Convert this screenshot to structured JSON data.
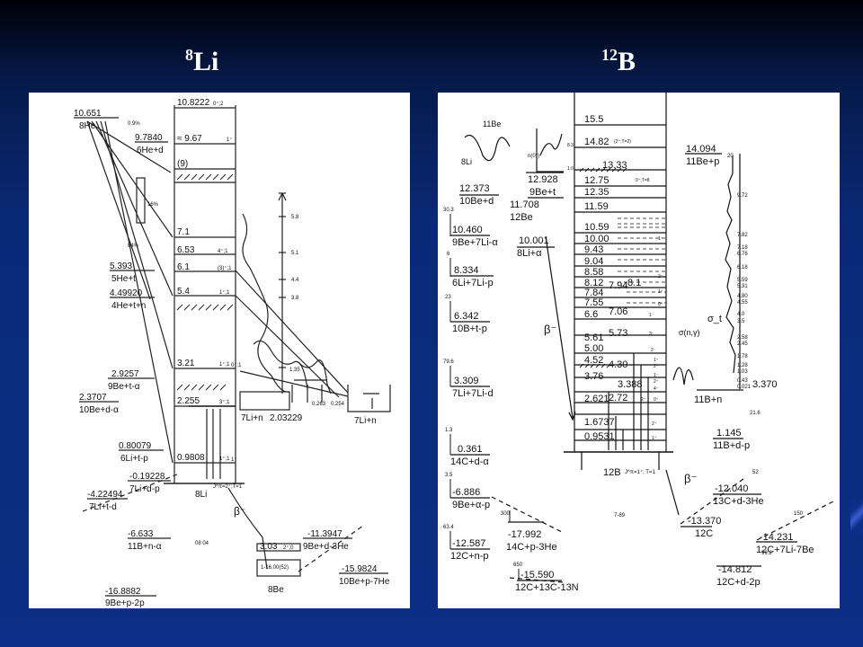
{
  "titles": {
    "left": {
      "sup": "8",
      "main": "Li"
    },
    "right": {
      "sup": "12",
      "main": "B"
    }
  },
  "li8": {
    "bar_levels": [
      "10.8222",
      "≈ 9.67",
      "(9)",
      "7.1",
      "6.53",
      "6.1",
      "5.4",
      "3.21",
      "2.255",
      "0.9808"
    ],
    "bar_spins": [
      "0⁺;2",
      "1⁺",
      "",
      "",
      "4⁺;1",
      "(3)⁺;1",
      "1⁺;1",
      "1⁺;1",
      "3⁺;1",
      "1⁺;1",
      "0⁺;1",
      "1⁺"
    ],
    "nucleus": "8Li",
    "ground_jpi": "J^π=2⁺;T=1",
    "beta": "β⁻",
    "thresholds": [
      {
        "value": "10.651",
        "label": "8He"
      },
      {
        "value": "9.7840",
        "label": "6He+d"
      },
      {
        "value": "5.393",
        "label": "5He+t"
      },
      {
        "value": "4.49920",
        "label": "4He+t+n"
      },
      {
        "value": "2.9257",
        "label": "9Be+t-α"
      },
      {
        "value": "2.3707",
        "label": "10Be+d-α"
      },
      {
        "value": "0.80079",
        "label": "6Li+t-p"
      },
      {
        "value": "-0.19228",
        "label": "7Li+d-p"
      },
      {
        "value": "-4.22494",
        "label": "7Li+t-d"
      },
      {
        "value": "-6.633",
        "label": "11B+n-α"
      },
      {
        "value": "-16.8882",
        "label": "9Be+p-2p"
      },
      {
        "value": "-11.3947",
        "label": "9Be+d-3He"
      },
      {
        "value": "-15.9824",
        "label": "10Be+p-7He"
      }
    ],
    "branch_labels": [
      "0.9%",
      "16%",
      "84%"
    ],
    "li7n": {
      "value": "2.03229",
      "label": "7Li+n",
      "box_label": "7Li+n"
    },
    "be8": {
      "level": "3.03",
      "spin": "2⁺;0",
      "box": "1-16.00(52)",
      "label": "8Be"
    },
    "right_scale": [
      "5.8",
      "5.1",
      "4.4",
      "3.8",
      "1.35",
      "0.263",
      "0.254"
    ],
    "date": "08 04"
  },
  "b12": {
    "bar_levels": [
      "15.5",
      "14.82",
      "13.33",
      "12.75",
      "12.35",
      "11.59",
      "10.59",
      "10.00",
      "9.43",
      "9.04",
      "8.58",
      "8.12",
      "7.84",
      "7.55",
      "6.6",
      "5.61",
      "5.00",
      "4.52",
      "3.76",
      "2.621",
      "1.6737",
      "0.9531"
    ],
    "bar_spins": [
      "(2⁺;T=2)",
      "0⁺;T=8",
      "1⁻",
      "2⁻",
      "1⁺",
      "0⁺",
      "1⁻",
      "3⁻",
      "2⁻",
      "1⁺",
      "2⁻",
      "1⁻",
      "2⁺",
      "4⁻",
      "2⁻",
      "0⁺",
      "2⁺",
      "1⁺"
    ],
    "inner_levels": [
      "8.1",
      "7.94",
      "7.06",
      "5.73",
      "4.30",
      "3.388",
      "2.72"
    ],
    "nucleus": "12B",
    "ground_jpi": "J^π=1⁺; T=1",
    "beta": "β⁻",
    "date": "7-89",
    "thresholds": [
      {
        "value": "12.373",
        "label": "10Be+d"
      },
      {
        "value": "10.460",
        "label": "9Be+7Li-α"
      },
      {
        "value": "8.334",
        "label": "6Li+7Li-p"
      },
      {
        "value": "6.342",
        "label": "10B+t-p"
      },
      {
        "value": "3.309",
        "label": "7Li+7Li-d"
      },
      {
        "value": "0.361",
        "label": "14C+d-α"
      },
      {
        "value": "-6.886",
        "label": "9Be+α-p"
      },
      {
        "value": "-12.587",
        "label": "12C+n-p"
      },
      {
        "value": "-17.992",
        "label": "14C+p-3He"
      },
      {
        "value": "-15.590",
        "label": "12C+13C-13N"
      },
      {
        "value": "12.928",
        "label": "9Be+t"
      },
      {
        "value": "11.708",
        "label": "12Be"
      },
      {
        "value": "10.001",
        "label": "8Li+α"
      },
      {
        "value": "14.094",
        "label": "11Be+p"
      },
      {
        "value": "3.370",
        "label": "11B+n"
      },
      {
        "value": "1.145",
        "label": "11B+d-p"
      },
      {
        "value": "-12.040",
        "label": "13C+d-3He"
      },
      {
        "value": "-13.370",
        "label": "12C"
      },
      {
        "value": "-14.231",
        "label": "12C+7Li-7Be"
      },
      {
        "value": "-14.812",
        "label": "12C+d-2p"
      }
    ],
    "left_marks": [
      "30.3",
      "6",
      "23",
      "79.6",
      "1.3",
      "3.5",
      "63.4",
      "300",
      "650"
    ],
    "right_marks": [
      "99.2",
      "150",
      "52",
      "21.6"
    ],
    "right_scale": [
      "20",
      "9.72",
      "7.82",
      "7.18",
      "6.76",
      "6.18",
      "5.59",
      "5.31",
      "4.80",
      "4.55",
      "4.0",
      "3.5",
      "2.58",
      "2.45",
      "1.78",
      "1.28",
      "1.03",
      "0.43",
      "0.021"
    ],
    "small_labels": {
      "li": "8Li",
      "be": "11Be",
      "ratio": "n(0°)",
      "ngamma": "σ(n,γ)",
      "sigma": "σ_t",
      "y_label": "8.3",
      "scale_10": "1.0"
    }
  }
}
